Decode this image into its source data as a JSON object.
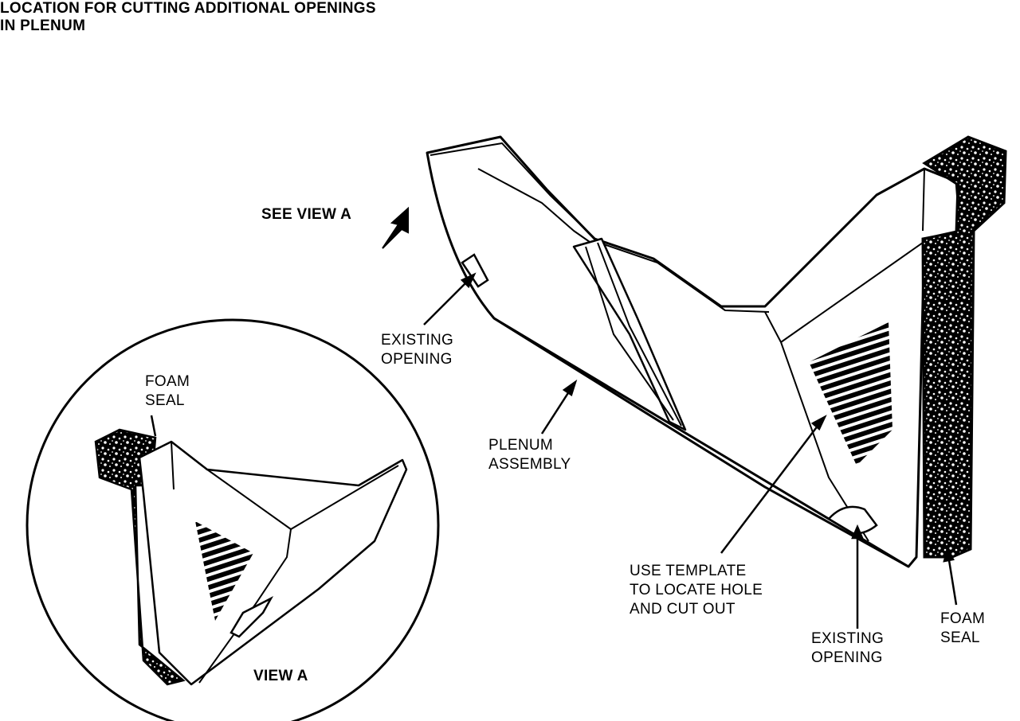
{
  "title": {
    "line1": "LOCATION FOR CUTTING ADDITIONAL OPENINGS",
    "line2": "IN PLENUM"
  },
  "labels": {
    "see_view_a": "SEE VIEW A",
    "existing_opening_top": [
      "EXISTING",
      "OPENING"
    ],
    "plenum_assembly": [
      "PLENUM",
      "ASSEMBLY"
    ],
    "use_template": [
      "USE TEMPLATE",
      "TO LOCATE HOLE",
      "AND CUT OUT"
    ],
    "existing_opening_bottom": [
      "EXISTING",
      "OPENING"
    ],
    "foam_seal_right": [
      "FOAM",
      "SEAL"
    ],
    "foam_seal_detail": [
      "FOAM",
      "SEAL"
    ],
    "view_a": "VIEW A"
  },
  "colors": {
    "ink": "#000000",
    "paper": "#ffffff"
  }
}
